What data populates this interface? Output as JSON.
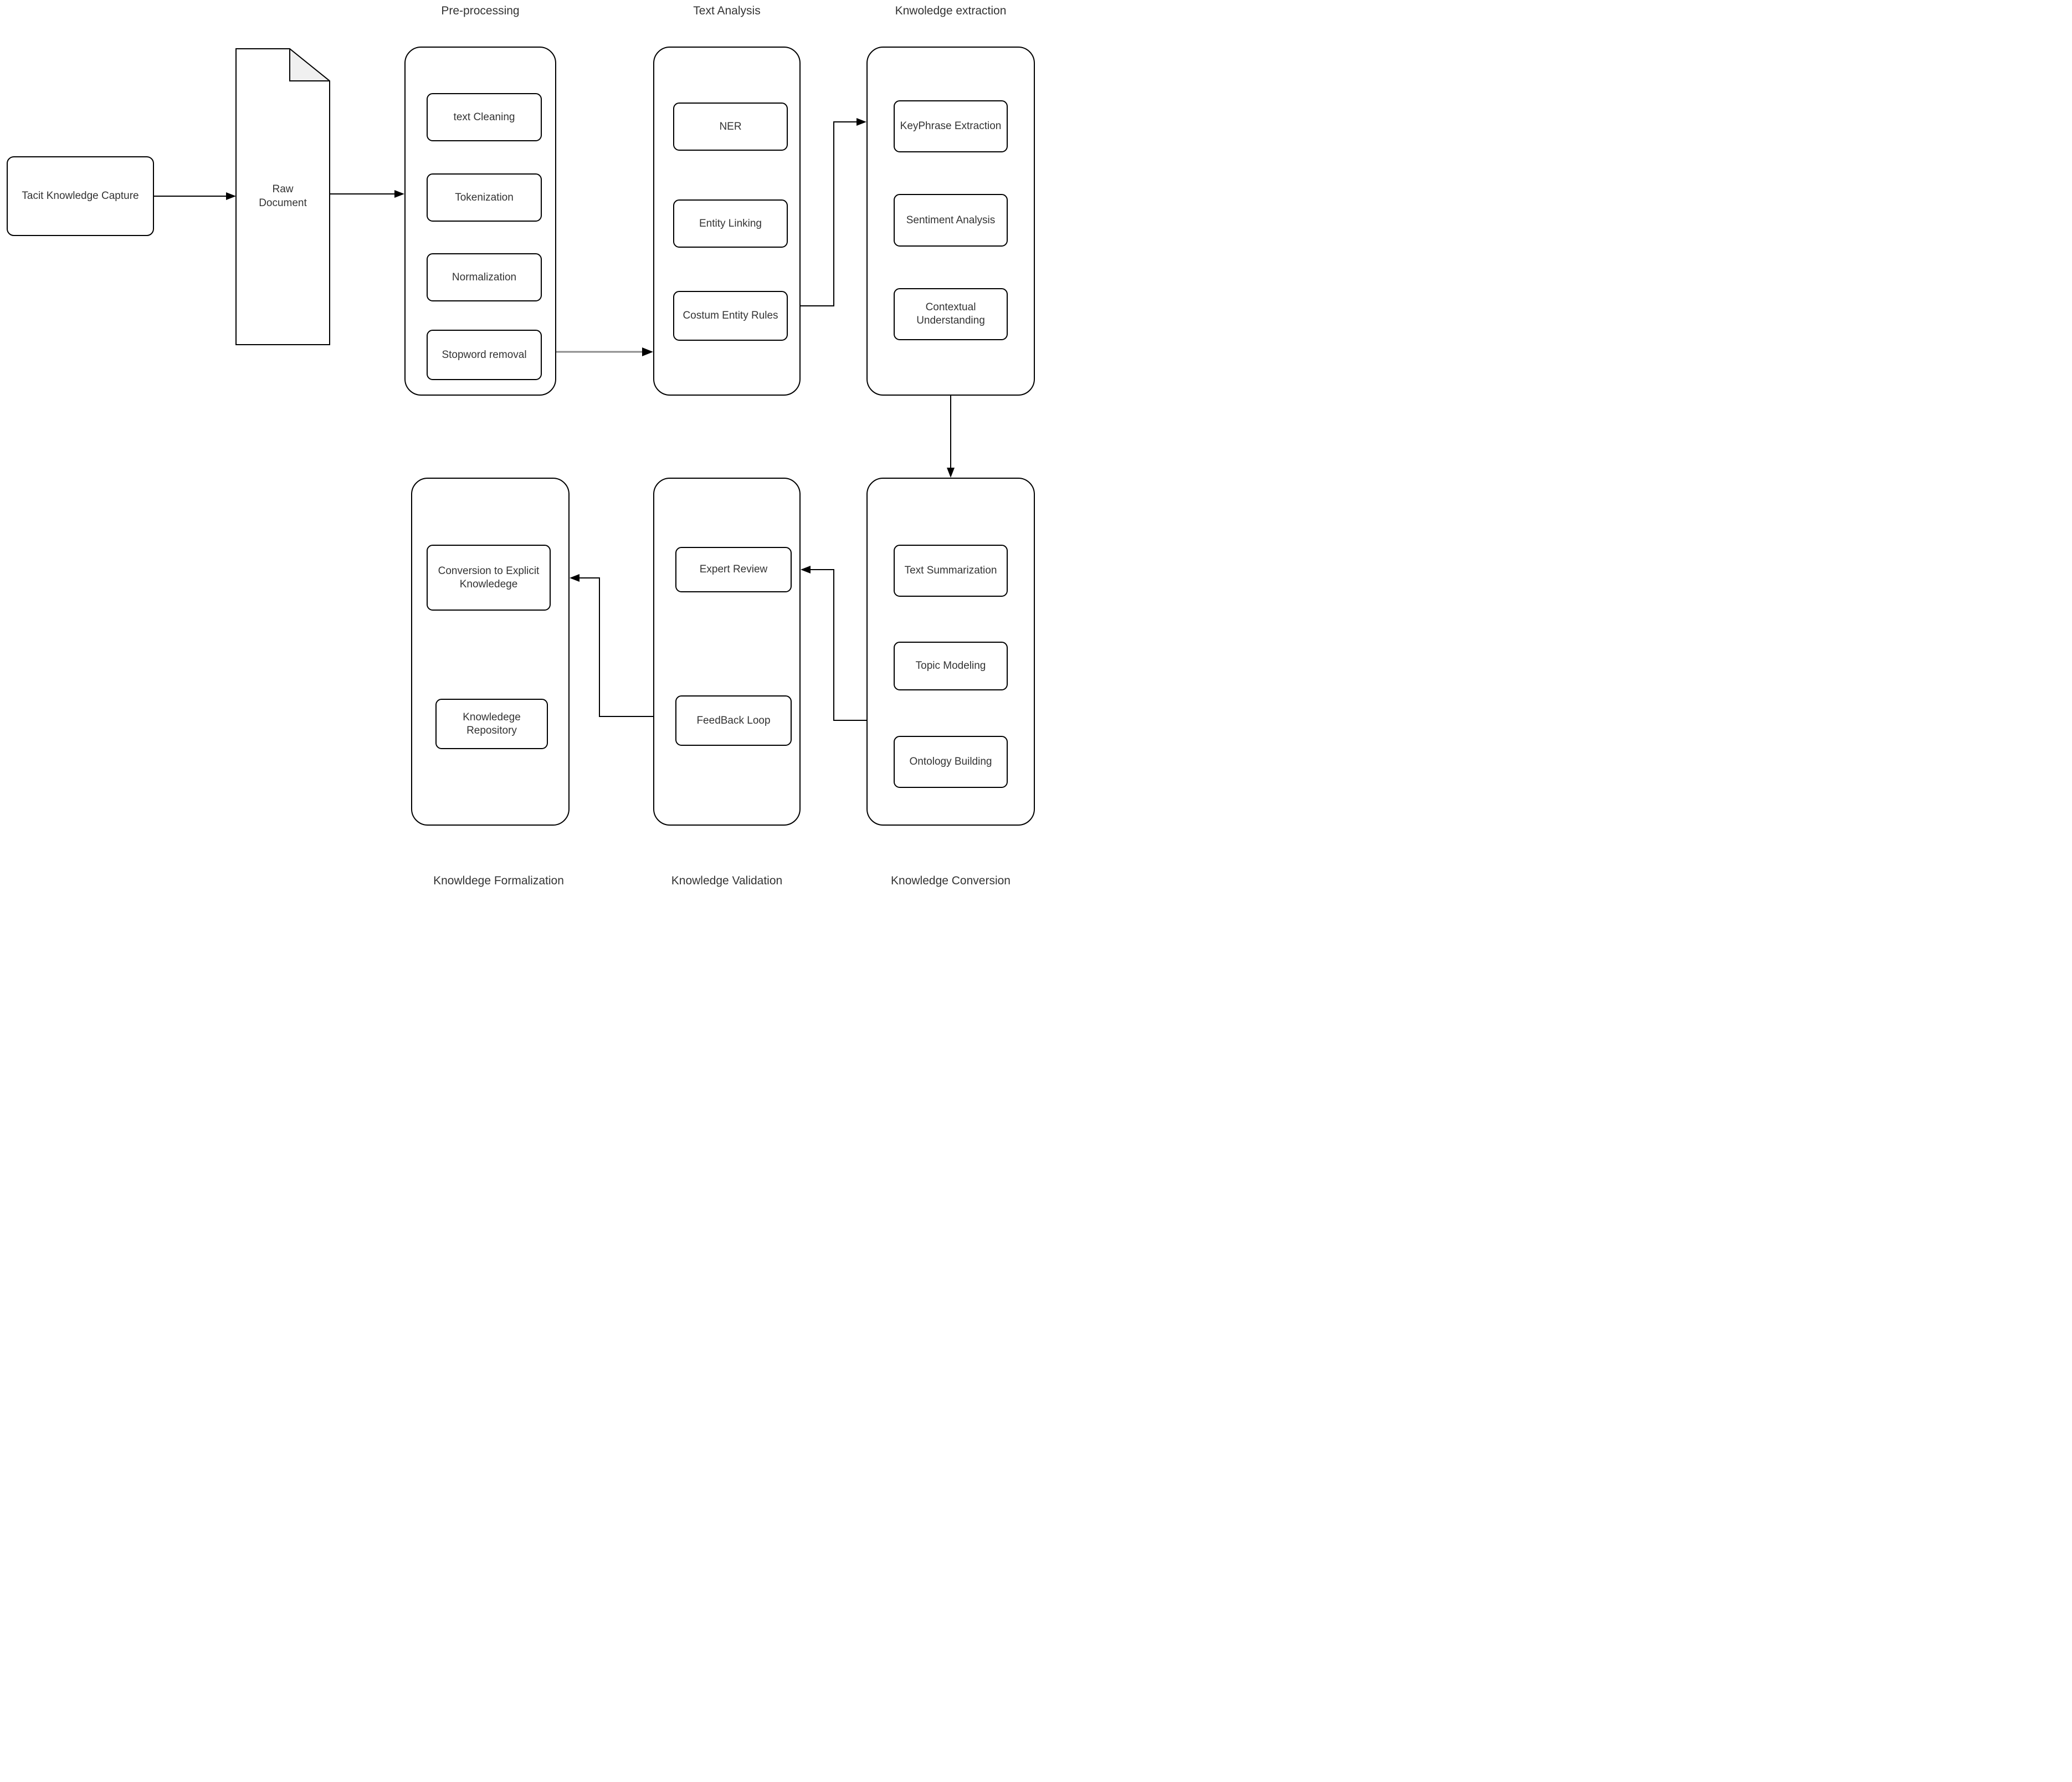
{
  "colors": {
    "stroke": "#000000",
    "gray_arrow": "#8c8c8c",
    "fold_fill": "#f0f0f0",
    "text": "#333333",
    "background": "#ffffff"
  },
  "nodes": {
    "tacit": {
      "label": "Tacit Knowledge Capture"
    },
    "raw_document": {
      "label": "Raw Document"
    }
  },
  "groups": {
    "preprocessing": {
      "title": "Pre-processing",
      "items": [
        "text Cleaning",
        "Tokenization",
        "Normalization",
        "Stopword removal"
      ]
    },
    "text_analysis": {
      "title": "Text Analysis",
      "items": [
        "NER",
        "Entity Linking",
        "Costum Entity Rules"
      ]
    },
    "knowledge_extraction": {
      "title": "Knwoledge extraction",
      "items": [
        "KeyPhrase Extraction",
        "Sentiment Analysis",
        "Contextual Understanding"
      ]
    },
    "knowledge_conversion": {
      "title": "Knowledge Conversion",
      "items": [
        "Text Summarization",
        "Topic Modeling",
        "Ontology Building"
      ]
    },
    "knowledge_validation": {
      "title": "Knowledge Validation",
      "items": [
        "Expert Review",
        "FeedBack Loop"
      ]
    },
    "knowledge_formalization": {
      "title": "Knowldege Formalization",
      "items": [
        "Conversion to Explicit Knowledege",
        "Knowledege Repository"
      ]
    }
  }
}
